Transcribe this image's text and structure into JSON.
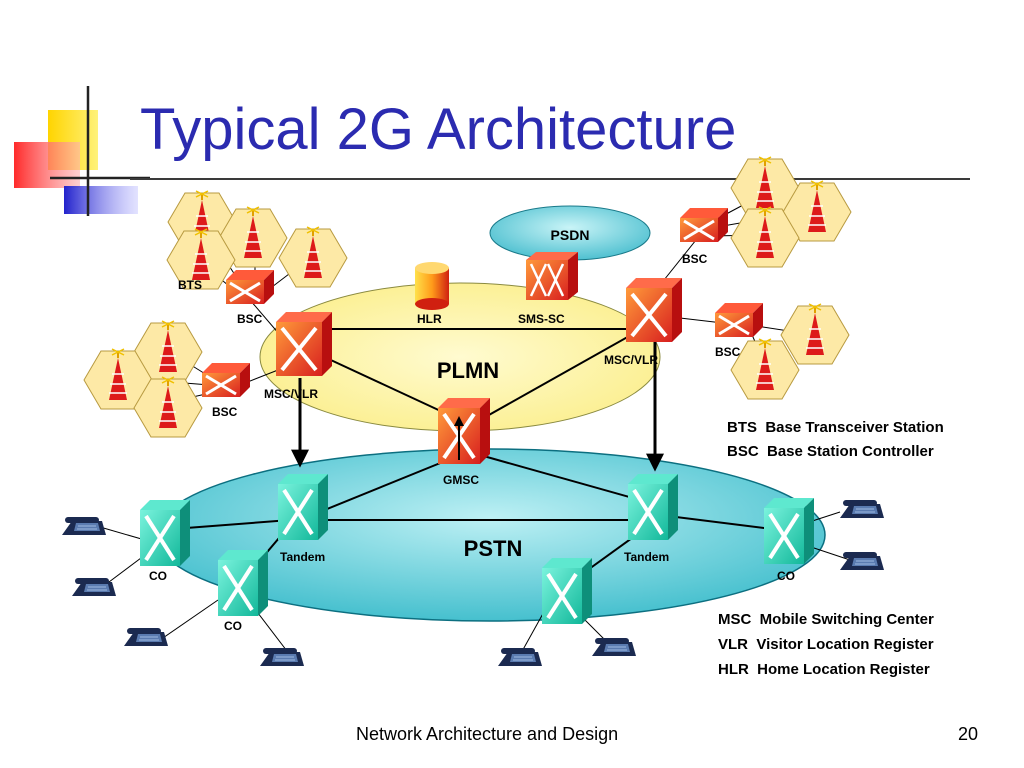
{
  "slide": {
    "title": "Typical 2G Architecture",
    "footer_text": "Network Architecture and Design",
    "page_number": "20"
  },
  "diagram": {
    "clouds": {
      "psdn": "PSDN",
      "plmn": "PLMN",
      "pstn": "PSTN"
    },
    "labels": {
      "bts": "BTS",
      "bsc": "BSC",
      "hlr": "HLR",
      "sms_sc": "SMS-SC",
      "msc_vlr": "MSC/VLR",
      "gmsc": "GMSC",
      "tandem": "Tandem",
      "co": "CO"
    }
  },
  "legend": {
    "top": [
      "BTS  Base Transceiver Station",
      "BSC  Base Station Controller"
    ],
    "bottom": [
      "MSC  Mobile Switching Center",
      "VLR  Visitor Location Register",
      "HLR  Home Location Register"
    ]
  },
  "colors": {
    "title": "#2b2bb0",
    "plmn_fill": "#fdf5a6",
    "pstn_fill": "#4cc5cf",
    "psdn_fill": "#5fc8d6",
    "switch_red": "#cc1111",
    "switch_teal": "#19c8a8"
  }
}
